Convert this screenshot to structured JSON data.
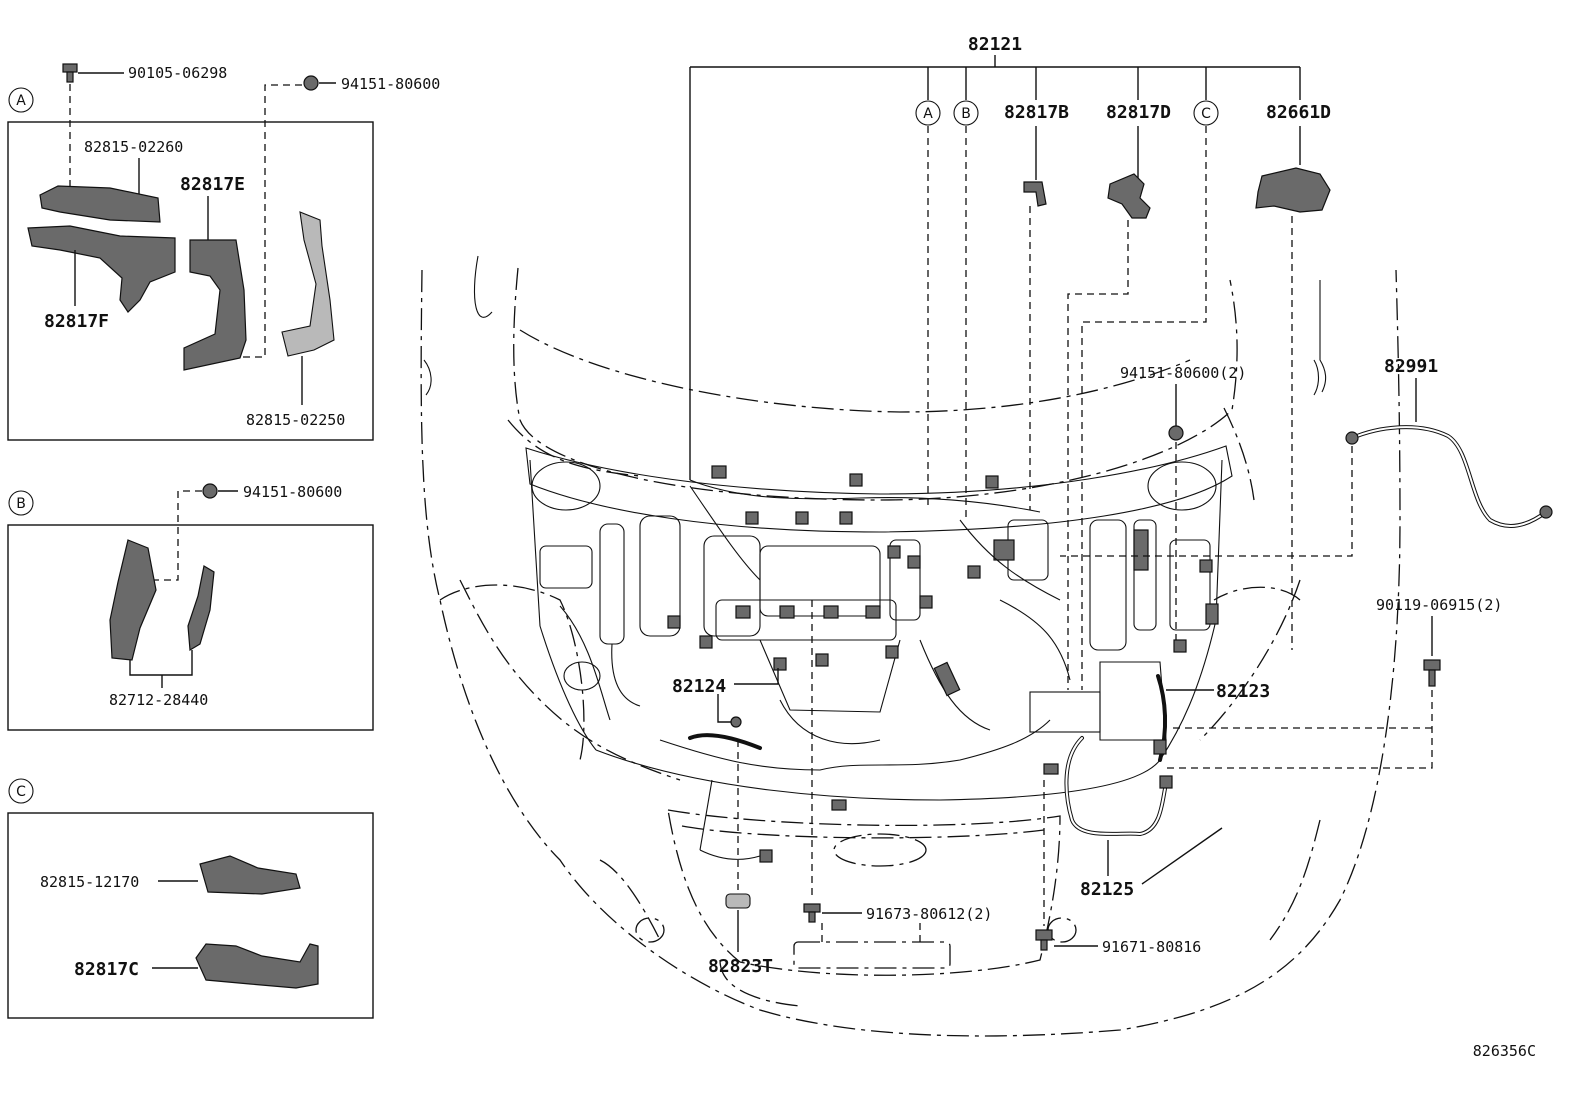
{
  "sections": [
    {
      "key": "A",
      "letter": "A"
    },
    {
      "key": "B",
      "letter": "B"
    },
    {
      "key": "C",
      "letter": "C"
    }
  ],
  "box_a": {
    "bolt": "90105-06298",
    "nut": "94151-80600",
    "cover_upper": "82815-02260",
    "cover_main": "82817F",
    "bracket": "82817E",
    "cover_right": "82815-02250"
  },
  "box_b": {
    "nut": "94151-80600",
    "protector": "82712-28440"
  },
  "box_c": {
    "cover_1": "82815-12170",
    "cover_2": "82817C"
  },
  "main": {
    "harness": "82121",
    "ref_a": "A",
    "ref_b": "B",
    "ref_c": "C",
    "clamp_b": "82817B",
    "clamp_d": "82817D",
    "relay_block": "82661D",
    "nut_2": "94151-80600(2)",
    "cable": "82991",
    "bolt_2": "90119-06915(2)",
    "wire_124": "82124",
    "wire_123": "82123",
    "wire_125": "82125",
    "bolt_front": "91673-80612(2)",
    "bolt_single": "91671-80816",
    "wire_823t": "82823T",
    "figure_id": "826356C"
  }
}
